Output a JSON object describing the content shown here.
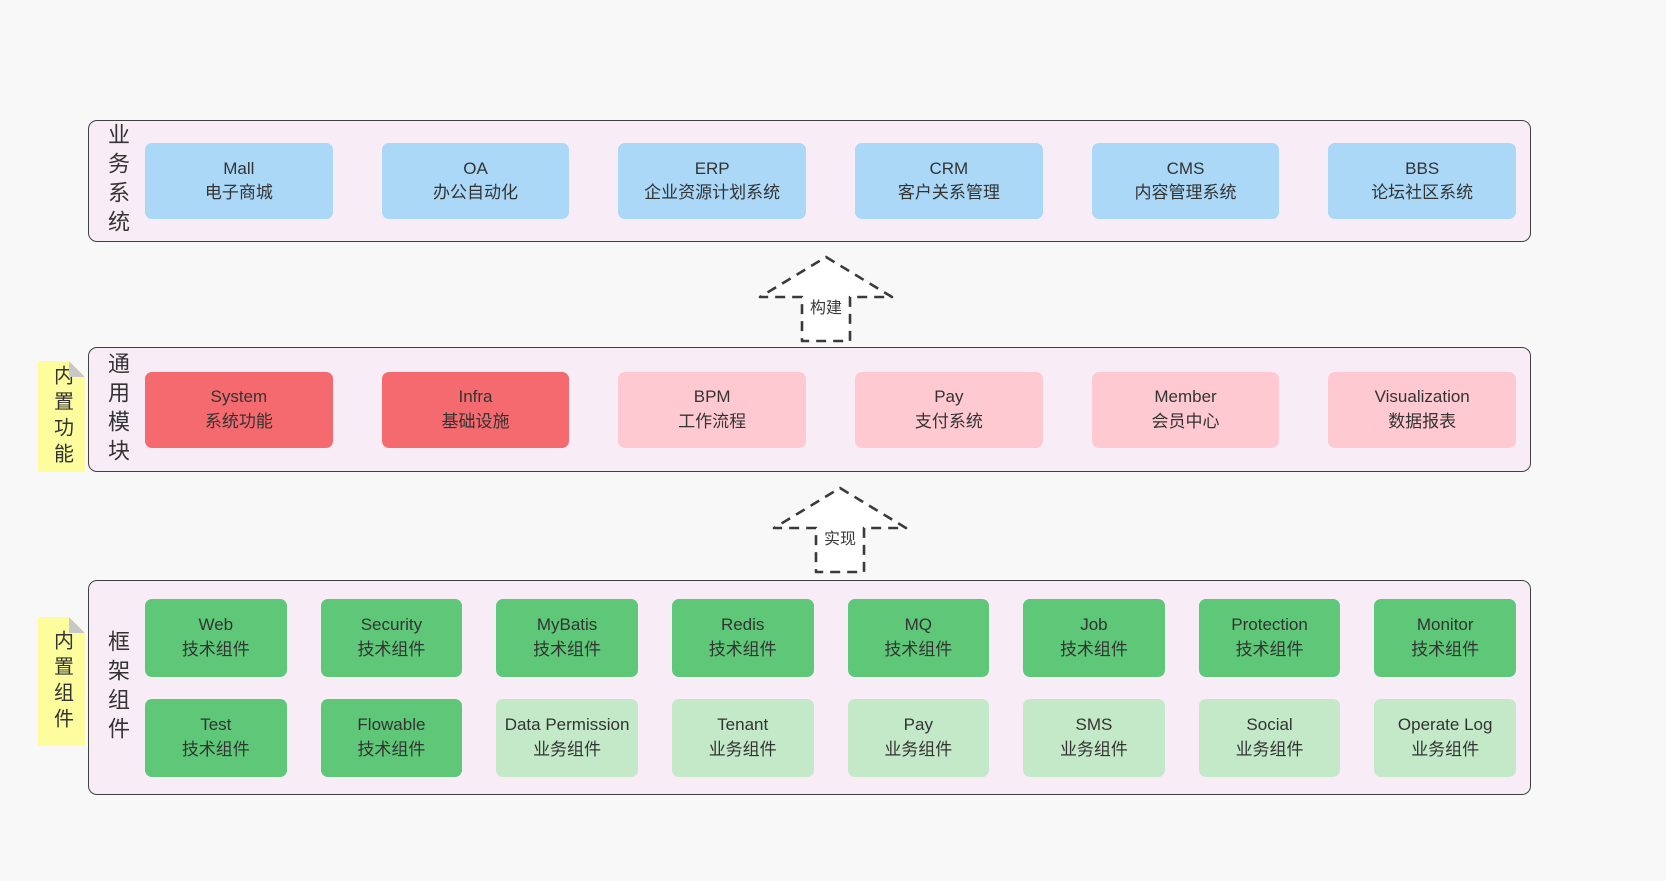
{
  "diagram": {
    "colors": {
      "page_background": "#f8f8f8",
      "band_background": "#f8edf6",
      "band_border": "#404040",
      "blue_box": "#aad8f6",
      "red_box": "#f56a6e",
      "pink_box": "#ffc9d2",
      "dark_green_box": "#5ec878",
      "light_green_box": "#c3e9c9",
      "note_yellow": "#fdfd9d",
      "note_fold": "#c8c8c8",
      "text": "#333333"
    }
  },
  "arrows": {
    "build": "构建",
    "implement": "实现"
  },
  "bands": {
    "business": {
      "label": "业务系统",
      "boxes": [
        {
          "title": "Mall",
          "subtitle": "电子商城",
          "variant": "blue"
        },
        {
          "title": "OA",
          "subtitle": "办公自动化",
          "variant": "blue"
        },
        {
          "title": "ERP",
          "subtitle": "企业资源计划系统",
          "variant": "blue"
        },
        {
          "title": "CRM",
          "subtitle": "客户关系管理",
          "variant": "blue"
        },
        {
          "title": "CMS",
          "subtitle": "内容管理系统",
          "variant": "blue"
        },
        {
          "title": "BBS",
          "subtitle": "论坛社区系统",
          "variant": "blue"
        }
      ]
    },
    "common": {
      "label": "通用模块",
      "note": "内置功能",
      "boxes": [
        {
          "title": "System",
          "subtitle": "系统功能",
          "variant": "red"
        },
        {
          "title": "Infra",
          "subtitle": "基础设施",
          "variant": "red"
        },
        {
          "title": "BPM",
          "subtitle": "工作流程",
          "variant": "pink"
        },
        {
          "title": "Pay",
          "subtitle": "支付系统",
          "variant": "pink"
        },
        {
          "title": "Member",
          "subtitle": "会员中心",
          "variant": "pink"
        },
        {
          "title": "Visualization",
          "subtitle": "数据报表",
          "variant": "pink"
        }
      ]
    },
    "framework": {
      "label": "框架组件",
      "note": "内置组件",
      "rows": [
        [
          {
            "title": "Web",
            "subtitle": "技术组件",
            "variant": "green-dark"
          },
          {
            "title": "Security",
            "subtitle": "技术组件",
            "variant": "green-dark"
          },
          {
            "title": "MyBatis",
            "subtitle": "技术组件",
            "variant": "green-dark"
          },
          {
            "title": "Redis",
            "subtitle": "技术组件",
            "variant": "green-dark"
          },
          {
            "title": "MQ",
            "subtitle": "技术组件",
            "variant": "green-dark"
          },
          {
            "title": "Job",
            "subtitle": "技术组件",
            "variant": "green-dark"
          },
          {
            "title": "Protection",
            "subtitle": "技术组件",
            "variant": "green-dark"
          },
          {
            "title": "Monitor",
            "subtitle": "技术组件",
            "variant": "green-dark"
          }
        ],
        [
          {
            "title": "Test",
            "subtitle": "技术组件",
            "variant": "green-dark"
          },
          {
            "title": "Flowable",
            "subtitle": "技术组件",
            "variant": "green-dark"
          },
          {
            "title": "Data Permission",
            "subtitle": "业务组件",
            "variant": "green-light"
          },
          {
            "title": "Tenant",
            "subtitle": "业务组件",
            "variant": "green-light"
          },
          {
            "title": "Pay",
            "subtitle": "业务组件",
            "variant": "green-light"
          },
          {
            "title": "SMS",
            "subtitle": "业务组件",
            "variant": "green-light"
          },
          {
            "title": "Social",
            "subtitle": "业务组件",
            "variant": "green-light"
          },
          {
            "title": "Operate Log",
            "subtitle": "业务组件",
            "variant": "green-light"
          }
        ]
      ]
    }
  }
}
